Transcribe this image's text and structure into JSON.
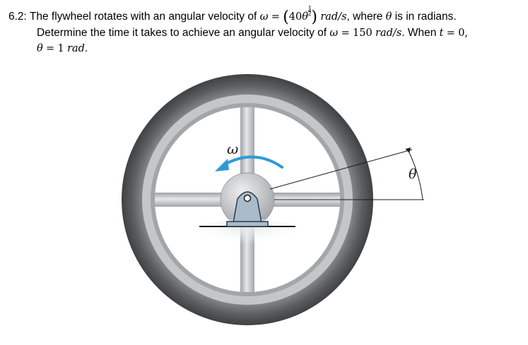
{
  "problem": {
    "number": "6.2:",
    "line1_text": "The flywheel rotates with an angular velocity of",
    "omega_symbol": "ω",
    "equals": "=",
    "coefficient": "40",
    "theta_symbol": "θ",
    "exponent_numerator": "1",
    "exponent_denominator": "2",
    "unit": "rad/s",
    "where_text": ", where",
    "in_radians_text": "is in radians.",
    "line2_text": "Determine the time it takes to achieve an angular velocity of",
    "target_omega_value": "150",
    "target_unit": "rad/s",
    "when_text": ". When",
    "t_symbol": "t",
    "t_value": "0,",
    "theta_value": "1",
    "theta_unit": "rad",
    "period": "."
  },
  "figure": {
    "omega_label": "ω",
    "theta_label": "θ",
    "colors": {
      "tire_outer": "#4d4f52",
      "tire_inner": "#7b7e81",
      "rim": "#b9bcbf",
      "spoke": "#c7c9cb",
      "arrow": "#2f9ad6",
      "bracket": "#a9bccb",
      "ground": "#d8dadc"
    }
  }
}
